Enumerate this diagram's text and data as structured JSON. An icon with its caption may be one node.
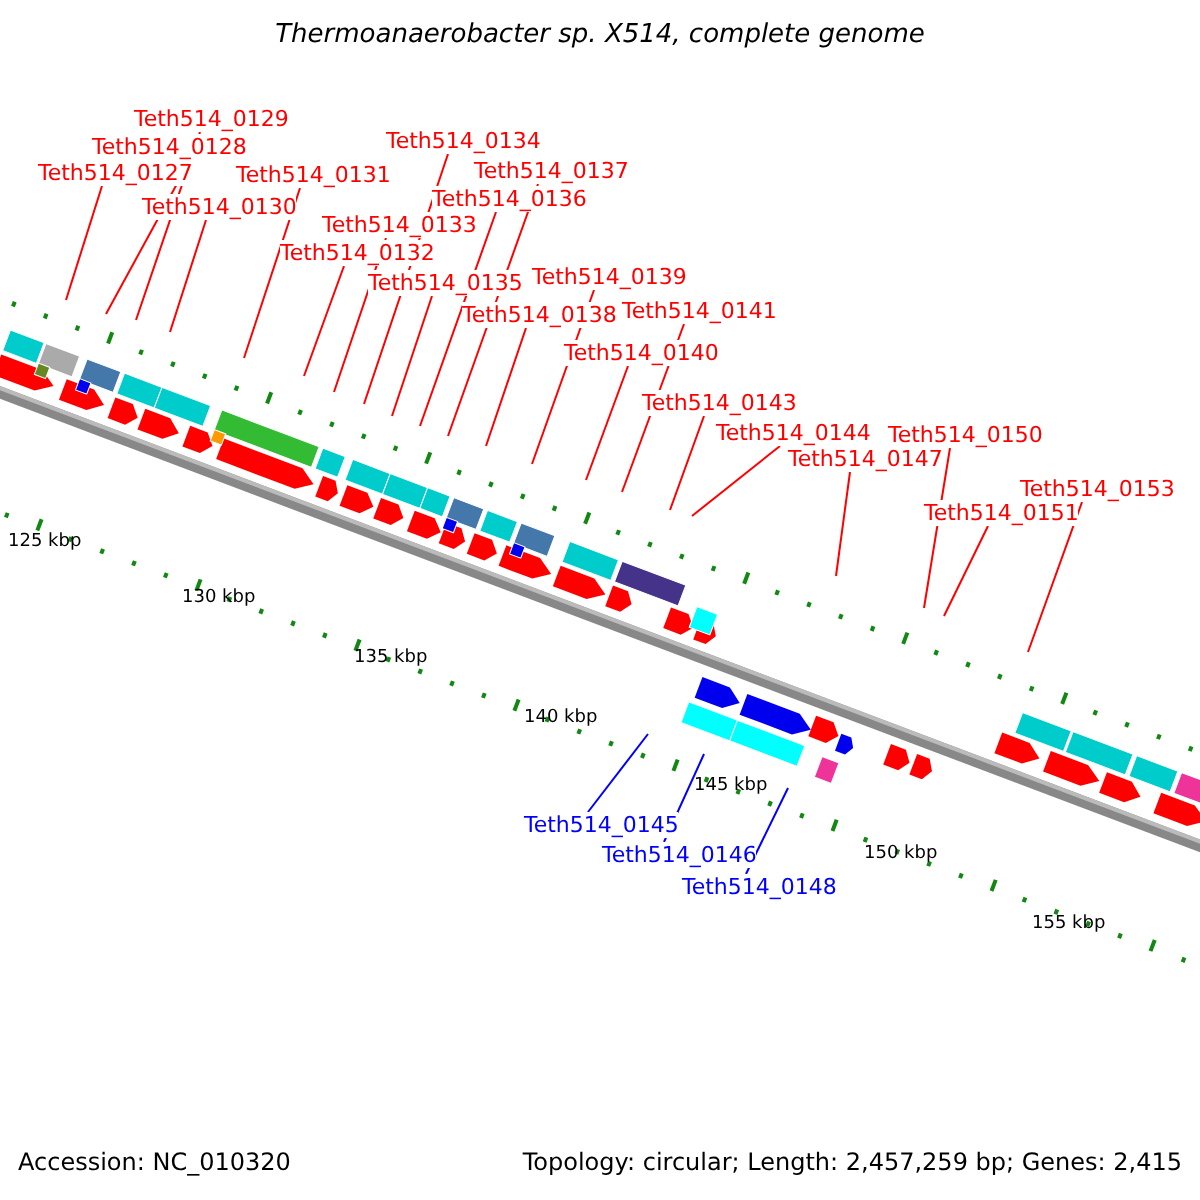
{
  "diagram": {
    "title": "Thermoanaerobacter sp. X514, complete genome",
    "nodes": [
      {
        "text": [
          "Teth514_0127"
        ]
      },
      {
        "text": [
          "Teth514_0128"
        ]
      },
      {
        "text": [
          "Teth514_0129"
        ]
      },
      {
        "text": [
          "Teth514_0130"
        ]
      },
      {
        "text": [
          "Teth514_0131"
        ]
      },
      {
        "text": [
          "Teth514_0132"
        ]
      },
      {
        "text": [
          "Teth514_0133"
        ]
      },
      {
        "text": [
          "Teth514_0134"
        ]
      },
      {
        "text": [
          "Teth514_0135"
        ]
      },
      {
        "text": [
          "Teth514_0136"
        ]
      },
      {
        "text": [
          "Teth514_0137"
        ]
      },
      {
        "text": [
          "Teth514_0138"
        ]
      },
      {
        "text": [
          "Teth514_0139"
        ]
      },
      {
        "text": [
          "Teth514_0140"
        ]
      },
      {
        "text": [
          "Teth514_0141"
        ]
      },
      {
        "text": [
          "Teth514_0143"
        ]
      },
      {
        "text": [
          "Teth514_0144"
        ]
      },
      {
        "text": [
          "Teth514_0147"
        ]
      },
      {
        "text": [
          "Teth514_0150"
        ]
      },
      {
        "text": [
          "Teth514_0151"
        ]
      },
      {
        "text": [
          "Teth514_0153"
        ]
      },
      {
        "text": [
          "Teth514_0145"
        ]
      },
      {
        "text": [
          "Teth514_0146"
        ]
      },
      {
        "text": [
          "Teth514_0148"
        ]
      }
    ],
    "edges": [
      {
        "from": 0,
        "to": null,
        "arrow": "none"
      },
      {
        "from": 1,
        "to": null,
        "arrow": "none"
      },
      {
        "from": 2,
        "to": null,
        "arrow": "none"
      },
      {
        "from": 3,
        "to": null,
        "arrow": "none"
      },
      {
        "from": 4,
        "to": null,
        "arrow": "none"
      },
      {
        "from": 5,
        "to": null,
        "arrow": "none"
      },
      {
        "from": 6,
        "to": null,
        "arrow": "none"
      },
      {
        "from": 7,
        "to": null,
        "arrow": "none"
      },
      {
        "from": 8,
        "to": null,
        "arrow": "none"
      },
      {
        "from": 9,
        "to": null,
        "arrow": "none"
      },
      {
        "from": 10,
        "to": null,
        "arrow": "none"
      },
      {
        "from": 11,
        "to": null,
        "arrow": "none"
      },
      {
        "from": 12,
        "to": null,
        "arrow": "none"
      },
      {
        "from": 13,
        "to": null,
        "arrow": "none"
      },
      {
        "from": 14,
        "to": null,
        "arrow": "none"
      },
      {
        "from": 15,
        "to": null,
        "arrow": "none"
      },
      {
        "from": 16,
        "to": null,
        "arrow": "none"
      },
      {
        "from": 17,
        "to": null,
        "arrow": "none"
      },
      {
        "from": 18,
        "to": null,
        "arrow": "none"
      },
      {
        "from": 19,
        "to": null,
        "arrow": "none"
      },
      {
        "from": 20,
        "to": null,
        "arrow": "none"
      },
      {
        "from": 21,
        "to": null,
        "arrow": "none",
        "color": "#0000ff"
      },
      {
        "from": 22,
        "to": null,
        "arrow": "none",
        "color": "#0000ff"
      },
      {
        "from": 23,
        "to": null,
        "arrow": "none",
        "color": "#0000ff"
      }
    ],
    "labels": [
      "125 kbp",
      "130 kbp",
      "135 kbp",
      "140 kbp",
      "145 kbp",
      "150 kbp",
      "155 kbp",
      "Accession: NC_010320",
      "Topology: circular; Length: 2,457,259 bp; Genes: 2,415"
    ]
  }
}
